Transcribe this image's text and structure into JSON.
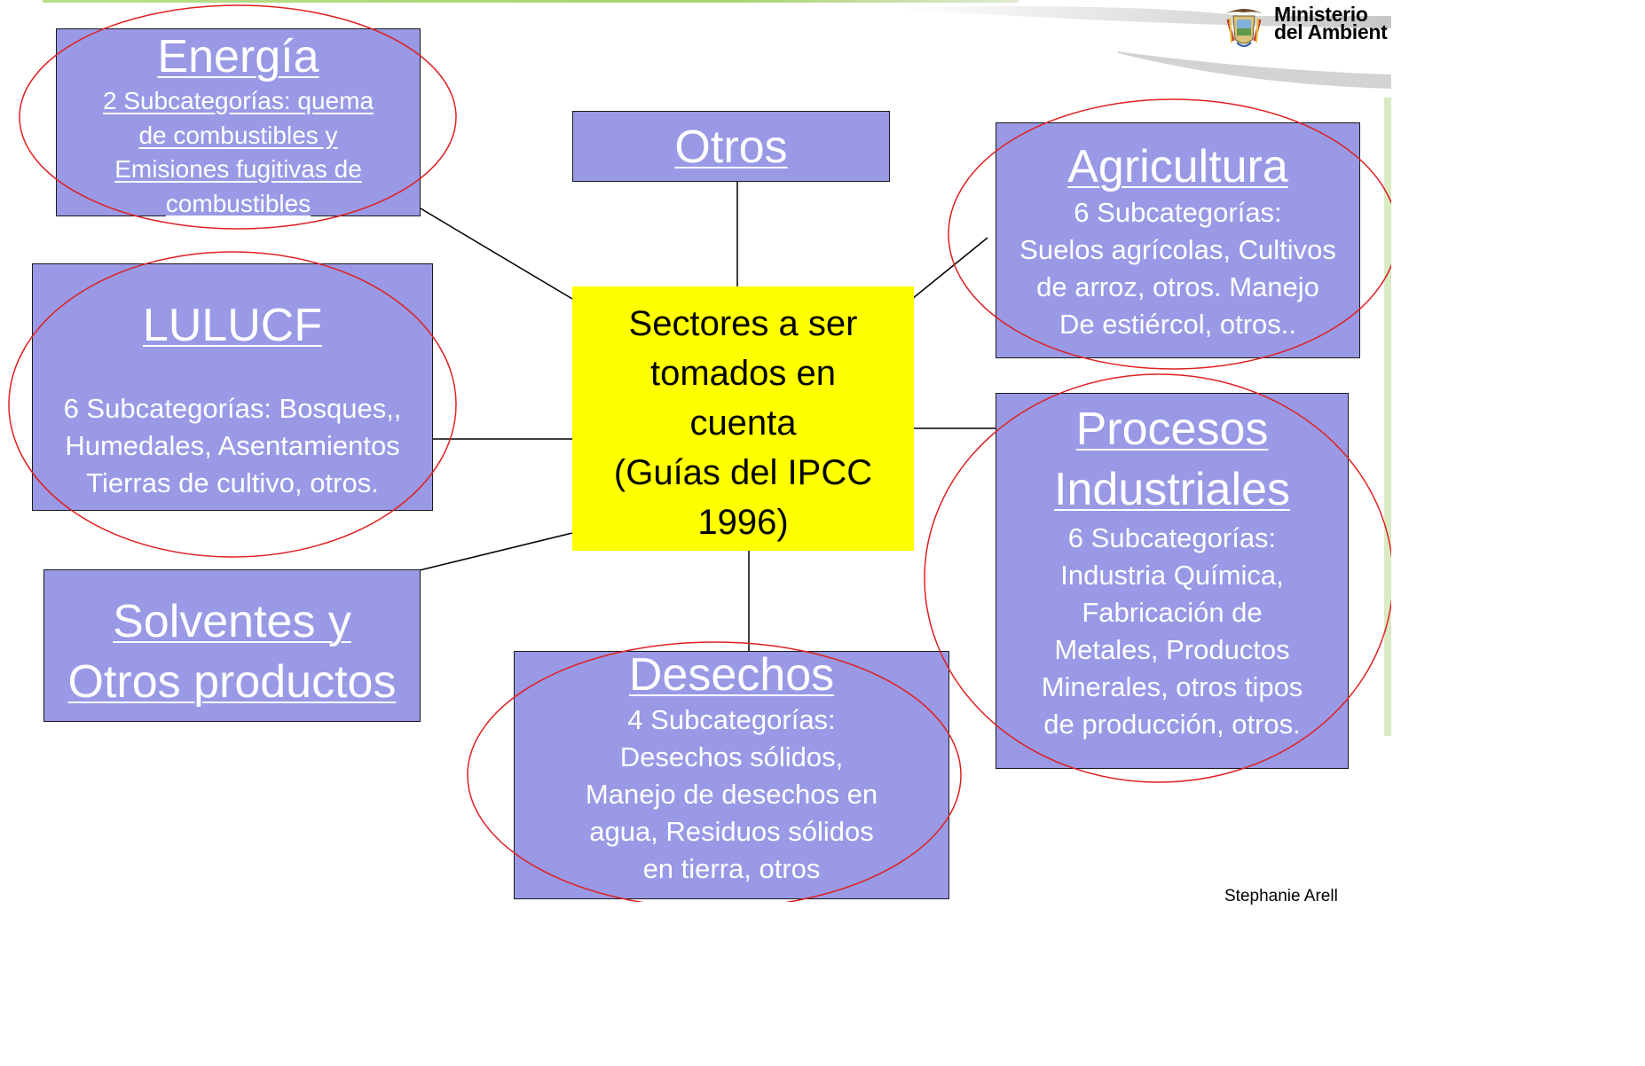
{
  "center": {
    "lines": [
      "Sectores a ser",
      "tomados en",
      "cuenta",
      "(Guías del IPCC",
      "1996)"
    ]
  },
  "sectors": {
    "energia": {
      "title": "Energía",
      "lines": [
        "2 Subcategorías: quema",
        "de combustibles y",
        "Emisiones fugitivas de",
        "combustibles"
      ]
    },
    "otros": {
      "title": "Otros"
    },
    "agricultura": {
      "title": "Agricultura",
      "lines": [
        "6 Subcategorías:",
        "Suelos agrícolas, Cultivos",
        "de arroz, otros. Manejo",
        "De estiércol, otros.."
      ]
    },
    "lulucf": {
      "title": "LULUCF",
      "lines": [
        "6 Subcategorías: Bosques,,",
        "Humedales, Asentamientos",
        "Tierras de cultivo, otros."
      ]
    },
    "procesos": {
      "title_lines": [
        "Procesos",
        "Industriales"
      ],
      "lines": [
        "6 Subcategorías:",
        "Industria Química,",
        "Fabricación de",
        "Metales, Productos",
        "Minerales, otros tipos",
        "de producción, otros."
      ]
    },
    "solventes": {
      "title_lines": [
        "Solventes y",
        "Otros productos"
      ]
    },
    "desechos": {
      "title": "Desechos",
      "lines": [
        "4 Subcategorías:",
        "Desechos sólidos,",
        "Manejo de desechos en",
        "agua, Residuos sólidos",
        "en tierra, otros"
      ]
    }
  },
  "logo": {
    "lines": [
      "Ministerio",
      "del Ambient"
    ]
  },
  "footer": {
    "author": "Stephanie Arell"
  },
  "colors": {
    "box_fill": "#9999e6",
    "center_fill": "#ffff00",
    "ellipse_stroke": "#e02020",
    "header_green": "#8dc63f"
  }
}
